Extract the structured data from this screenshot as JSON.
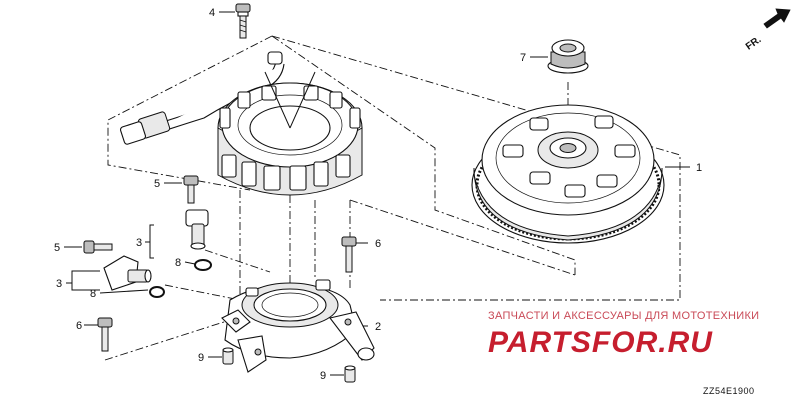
{
  "diagram": {
    "callouts": {
      "p1": "1",
      "p2": "2",
      "p3a": "3",
      "p3b": "3",
      "p4": "4",
      "p5a": "5",
      "p5b": "5",
      "p6a": "6",
      "p6b": "6",
      "p7": "7",
      "p8a": "8",
      "p8b": "8",
      "p9a": "9",
      "p9b": "9"
    },
    "direction_label": "FR.",
    "drawing_code": "ZZ54E1900"
  },
  "watermark": {
    "tagline": "ЗАПЧАСТИ И АКСЕССУАРЫ ДЛЯ МОТОТЕХНИКИ",
    "logo": "PARTSFOR.RU"
  },
  "colors": {
    "line": "#111111",
    "watermark_red": "#c61e2e",
    "background": "#ffffff"
  }
}
